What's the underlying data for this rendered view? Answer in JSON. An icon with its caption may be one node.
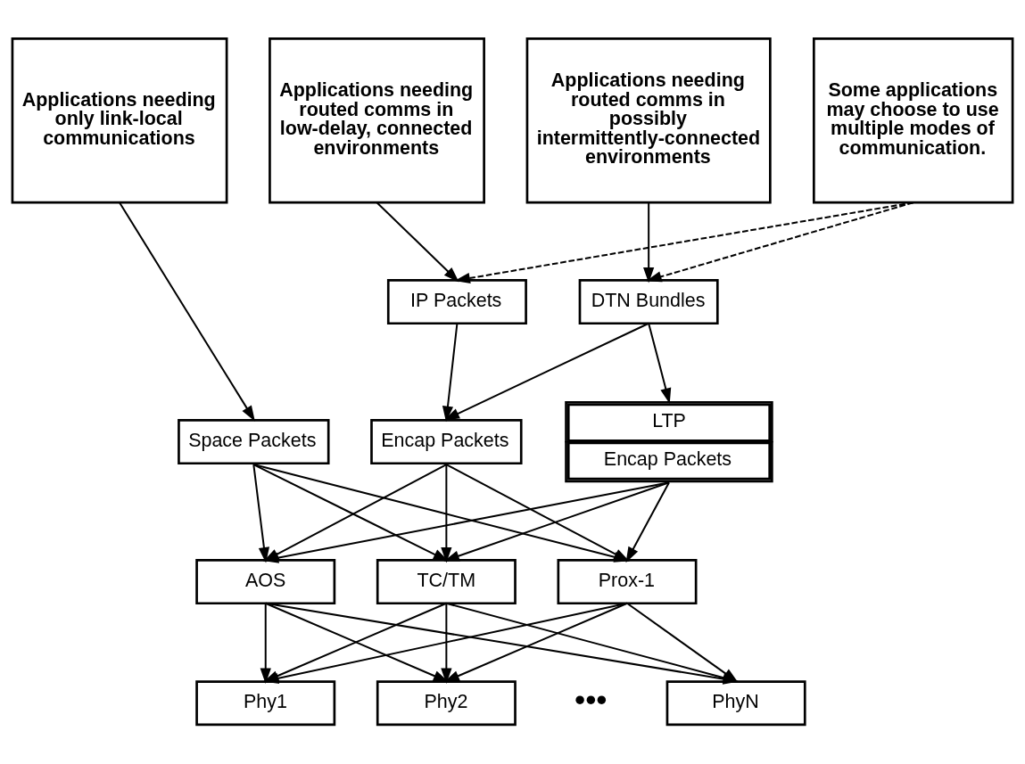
{
  "diagram": {
    "nodes": [
      {
        "text": [
          "Applications needing only link-local communications"
        ]
      },
      {
        "text": [
          "Applications needing routed comms in low-delay, connected environments"
        ]
      },
      {
        "text": [
          "Applications needing routed comms in possibly intermittently-connected environments"
        ]
      },
      {
        "text": [
          "Some applications may choose to use multiple modes of communication."
        ]
      },
      {
        "text": [
          "IP Packets"
        ]
      },
      {
        "text": [
          "DTN Bundles"
        ]
      },
      {
        "text": [
          "Space Packets"
        ]
      },
      {
        "text": [
          "Encap Packets"
        ]
      },
      {
        "text": [
          "LTP",
          "Encap Packets"
        ]
      },
      {
        "text": [
          "AOS"
        ]
      },
      {
        "text": [
          "TC/TM"
        ]
      },
      {
        "text": [
          "Prox-1"
        ]
      },
      {
        "text": [
          "Phy1"
        ]
      },
      {
        "text": [
          "Phy2"
        ]
      },
      {
        "text": [
          "PhyN"
        ]
      }
    ],
    "edges": [
      {
        "from": 0,
        "to": 6,
        "arrow": "to"
      },
      {
        "from": 1,
        "to": 4,
        "arrow": "to"
      },
      {
        "from": 2,
        "to": 5,
        "arrow": "to"
      },
      {
        "from": 3,
        "to": 4,
        "arrow": "to",
        "style": "dashed"
      },
      {
        "from": 3,
        "to": 5,
        "arrow": "to",
        "style": "dashed"
      },
      {
        "from": 4,
        "to": 7,
        "arrow": "to"
      },
      {
        "from": 5,
        "to": 7,
        "arrow": "to"
      },
      {
        "from": 5,
        "to": 8,
        "arrow": "to"
      },
      {
        "from": 6,
        "to": 9,
        "arrow": "to"
      },
      {
        "from": 6,
        "to": 10,
        "arrow": "to"
      },
      {
        "from": 6,
        "to": 11,
        "arrow": "to"
      },
      {
        "from": 7,
        "to": 9,
        "arrow": "to"
      },
      {
        "from": 7,
        "to": 10,
        "arrow": "to"
      },
      {
        "from": 7,
        "to": 11,
        "arrow": "to"
      },
      {
        "from": 8,
        "to": 9,
        "arrow": "to"
      },
      {
        "from": 8,
        "to": 10,
        "arrow": "to"
      },
      {
        "from": 8,
        "to": 11,
        "arrow": "to"
      },
      {
        "from": 9,
        "to": 12,
        "arrow": "to"
      },
      {
        "from": 9,
        "to": 13,
        "arrow": "to"
      },
      {
        "from": 9,
        "to": 14,
        "arrow": "to"
      },
      {
        "from": 10,
        "to": 12,
        "arrow": "to"
      },
      {
        "from": 10,
        "to": 13,
        "arrow": "to"
      },
      {
        "from": 10,
        "to": 14,
        "arrow": "to"
      },
      {
        "from": 11,
        "to": 12,
        "arrow": "to"
      },
      {
        "from": 11,
        "to": 13,
        "arrow": "to"
      },
      {
        "from": 11,
        "to": 14,
        "arrow": "to"
      }
    ],
    "labels": [
      "•••"
    ]
  }
}
